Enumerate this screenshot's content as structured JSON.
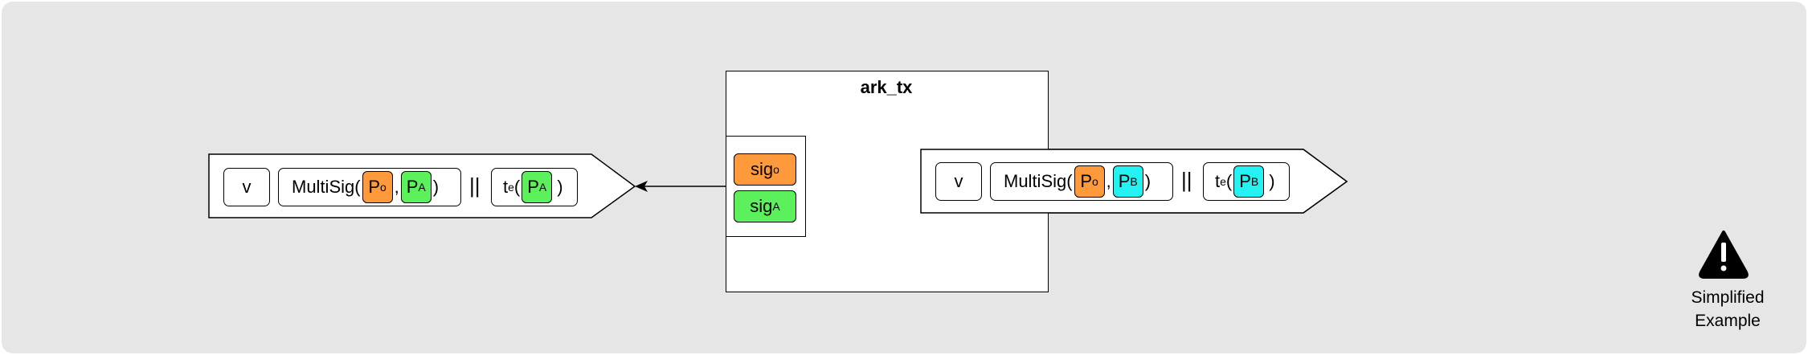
{
  "tx": {
    "title": "ark_tx"
  },
  "inputs": {
    "sig_o": {
      "base": "sig",
      "sub": "o"
    },
    "sig_a": {
      "base": "sig",
      "sub": "A"
    }
  },
  "output_left": {
    "amount": "v",
    "multisig_prefix": "MultiSig(",
    "key1": {
      "base": "P",
      "sub": "o",
      "color": "#ff9a3c"
    },
    "comma": ",",
    "key2": {
      "base": "P",
      "sub": "A",
      "color": "#5cf05c"
    },
    "close": ")",
    "or": "||",
    "timelock_prefix": "t",
    "timelock_sub": "e",
    "timelock_open": "(",
    "key3": {
      "base": "P",
      "sub": "A",
      "color": "#5cf05c"
    },
    "timelock_close": ")"
  },
  "output_right": {
    "amount": "v",
    "multisig_prefix": "MultiSig(",
    "key1": {
      "base": "P",
      "sub": "o",
      "color": "#ff9a3c"
    },
    "comma": ",",
    "key2": {
      "base": "P",
      "sub": "B",
      "color": "#24f2f2"
    },
    "close": ")",
    "or": "||",
    "timelock_prefix": "t",
    "timelock_sub": "e",
    "timelock_open": "(",
    "key3": {
      "base": "P",
      "sub": "B",
      "color": "#24f2f2"
    },
    "timelock_close": ")"
  },
  "notice": {
    "icon": "warning-icon",
    "line1": "Simplified",
    "line2": "Example"
  }
}
